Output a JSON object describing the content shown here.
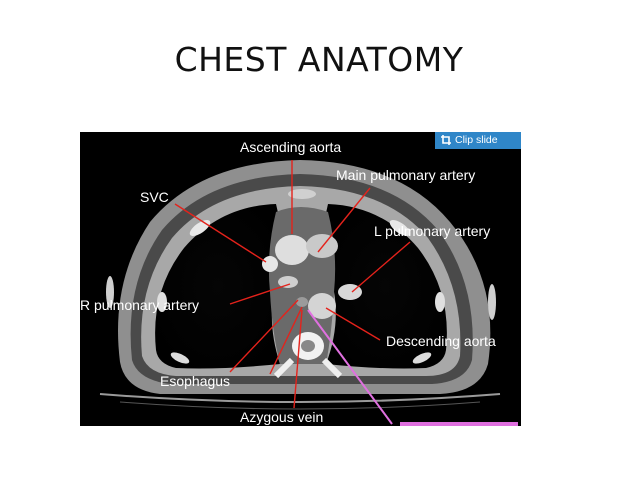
{
  "slide": {
    "title": "CHEST ANATOMY"
  },
  "clip_button": {
    "label": "Clip slide",
    "icon": "clip-icon"
  },
  "labels": {
    "ascending_aorta": "Ascending aorta",
    "main_pulmonary_artery": "Main pulmonary artery",
    "svc": "SVC",
    "l_pulmonary_artery": "L pulmonary artery",
    "r_pulmonary_artery": "R pulmonary artery",
    "descending_aorta": "Descending aorta",
    "esophagus": "Esophagus",
    "azygous_vein": "Azygous vein"
  },
  "colors": {
    "arrow": "#e4221b",
    "pointer": "#e070e0",
    "clip_button": "#2f86c8"
  }
}
